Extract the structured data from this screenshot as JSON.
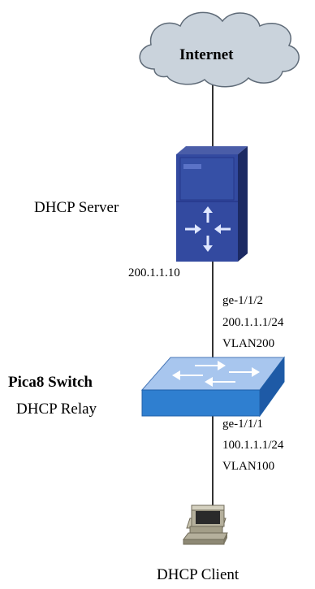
{
  "internet": {
    "label": "Internet"
  },
  "server": {
    "label": "DHCP Server",
    "ip": "200.1.1.10"
  },
  "uplink": {
    "port": "ge-1/1/2",
    "ip": "200.1.1.1/24",
    "vlan": "VLAN200"
  },
  "switch": {
    "name": "Pica8 Switch",
    "role": "DHCP Relay"
  },
  "downlink": {
    "port": "ge-1/1/1",
    "ip": "100.1.1.1/24",
    "vlan": "VLAN100"
  },
  "client": {
    "label": "DHCP Client"
  },
  "colors": {
    "cloud_fill": "#cad3dc",
    "cloud_stroke": "#5f6b78",
    "server_body": "#2c3e82",
    "server_front": "#334aa0",
    "switch_top": "#8fb4e3",
    "switch_front": "#2f7fd0",
    "client_fill": "#b5b09c"
  },
  "icons": [
    "cloud-icon",
    "server-icon",
    "switch-icon",
    "computer-icon"
  ]
}
